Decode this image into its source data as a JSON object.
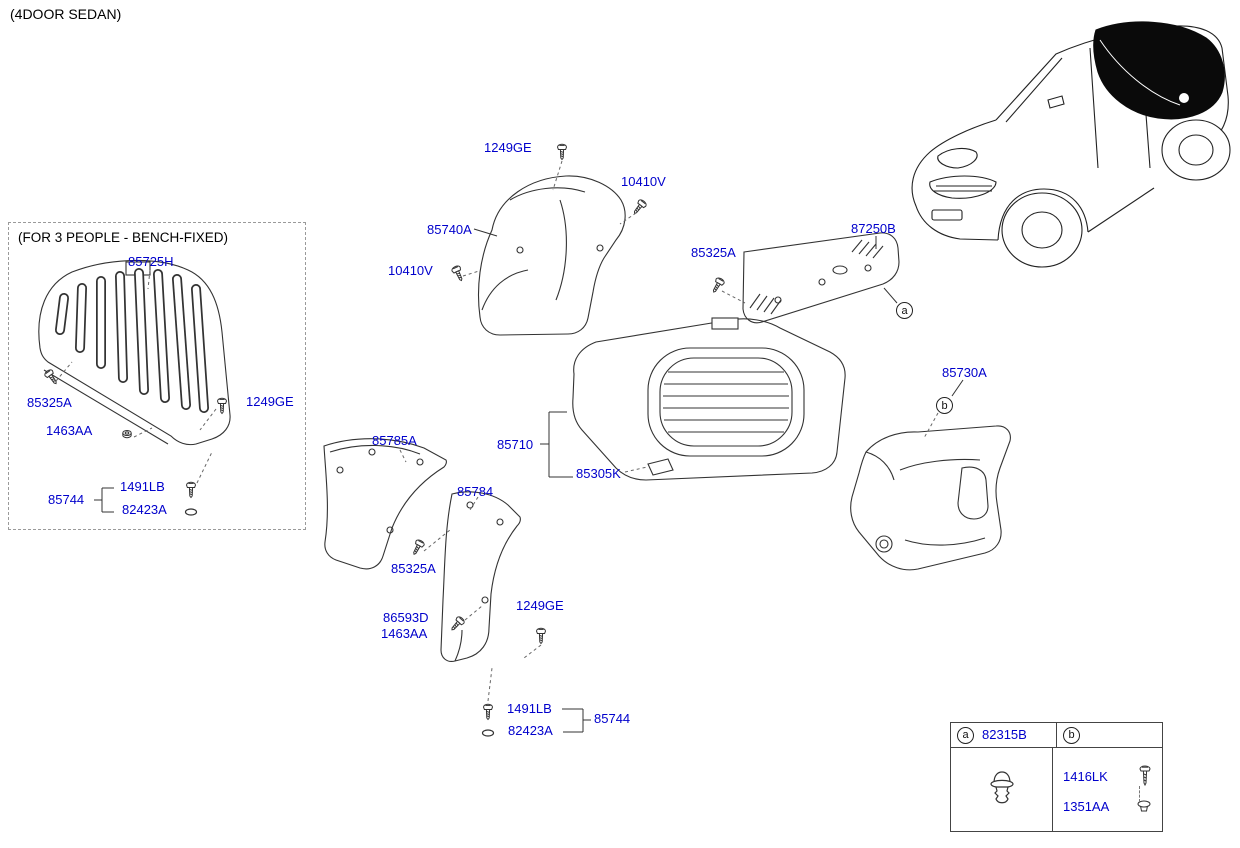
{
  "page": {
    "title": "(4DOOR SEDAN)",
    "bench_note": "(FOR 3 PEOPLE - BENCH-FIXED)"
  },
  "colors": {
    "part_link": "#0000cc",
    "diagram_line": "#333333",
    "highlight_fill": "#000000"
  },
  "labels": {
    "bolt_1249ge_top": "1249GE",
    "screw_10410v_right": "10410V",
    "panel_85740a": "85740A",
    "screw_10410v_left": "10410V",
    "clip_85325a_top": "85325A",
    "panel_87250b": "87250B",
    "seat_85725h": "85725H",
    "clip_85325a_seat": "85325A",
    "bolt_1249ge_seat": "1249GE",
    "nut_1463aa_seat": "1463AA",
    "screw_1491lb_seat": "1491LB",
    "group_85744_seat": "85744",
    "ring_82423a_seat": "82423A",
    "trim_85785a": "85785A",
    "mat_85710": "85710",
    "pad_85305k": "85305K",
    "panel_85730a": "85730A",
    "trim_85784": "85784",
    "clip_85325a_mid": "85325A",
    "screw_86593d": "86593D",
    "nut_1463aa_mid": "1463AA",
    "bolt_1249ge_mid": "1249GE",
    "screw_1491lb_btm": "1491LB",
    "ring_82423a_btm": "82423A",
    "group_85744_btm": "85744"
  },
  "callouts": {
    "a": "a",
    "b": "b"
  },
  "legend": {
    "marker_a": "a",
    "part_a": "82315B",
    "marker_b": "b",
    "part_b1": "1416LK",
    "part_b2": "1351AA"
  },
  "icons": {
    "legend_a_icon": "trim-clip-icon",
    "legend_b1_icon": "screw-icon",
    "legend_b2_icon": "pin-grommet-icon"
  }
}
